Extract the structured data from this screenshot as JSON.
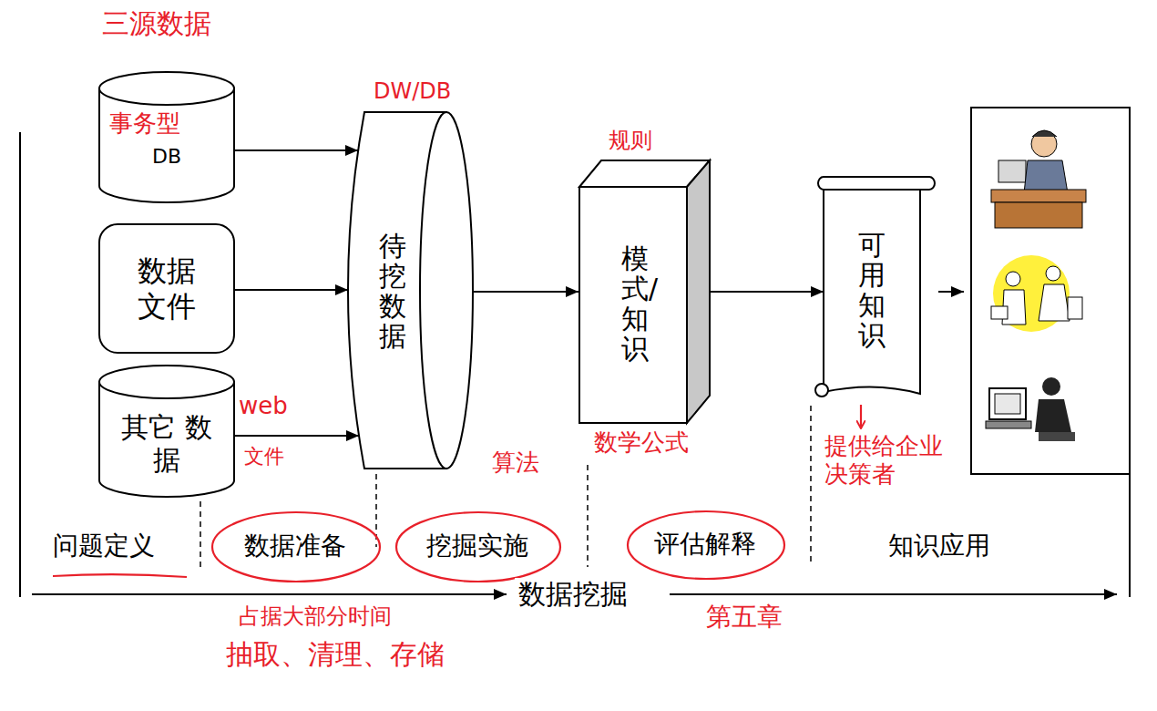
{
  "diagram": {
    "nodes": [
      {
        "text": [
          "DB"
        ]
      },
      {
        "text": [
          "数据 文件"
        ]
      },
      {
        "text": [
          "其它 数据"
        ]
      },
      {
        "text": [
          "待挖数据"
        ]
      },
      {
        "text": [
          "模式/知识"
        ]
      },
      {
        "text": [
          "可用知识"
        ]
      }
    ],
    "edges": [
      {
        "from": 0,
        "to": 3,
        "arrow": "to"
      },
      {
        "from": 1,
        "to": 3,
        "arrow": "to"
      },
      {
        "from": 2,
        "to": 3,
        "arrow": "to"
      },
      {
        "from": 3,
        "to": 4,
        "arrow": "to"
      },
      {
        "from": 4,
        "to": 5,
        "arrow": "to"
      }
    ],
    "labels": [
      "问题定义",
      "数据准备",
      "挖掘实施",
      "评估解释",
      "知识应用",
      "数据挖掘",
      "三源数据",
      "DW/DB",
      "事务型",
      "web",
      "文件",
      "规则",
      "数学公式",
      "算法",
      "提供给企业 决策者",
      "第五章",
      "占据大部分时间",
      "抽取、清理、存储"
    ]
  }
}
